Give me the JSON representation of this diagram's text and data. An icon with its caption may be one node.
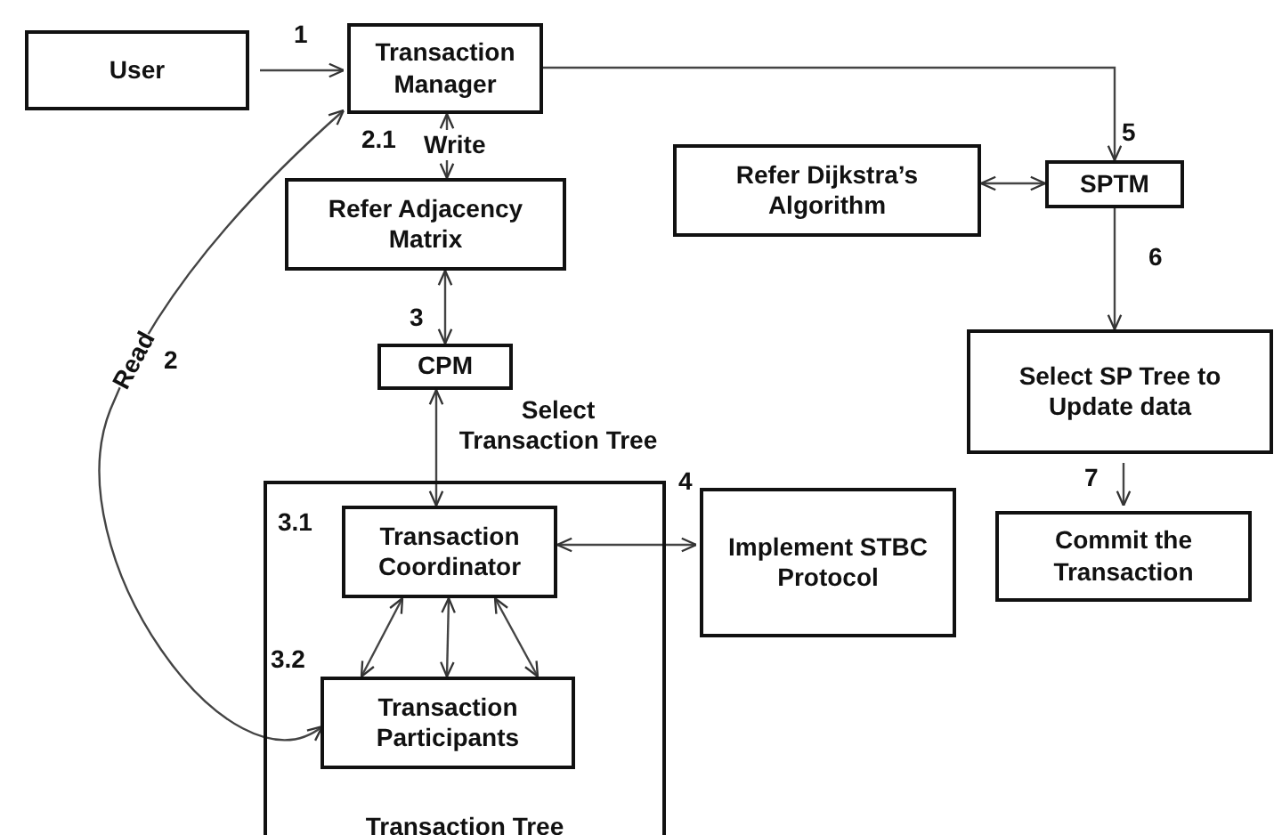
{
  "diagram": {
    "nodes": [
      {
        "text": [
          "User"
        ]
      },
      {
        "text": [
          "Transaction Manager"
        ]
      },
      {
        "text": [
          "Refer Adjacency Matrix"
        ]
      },
      {
        "text": [
          "CPM"
        ]
      },
      {
        "text": [
          "Transaction Tree"
        ]
      },
      {
        "text": [
          "Transaction Coordinator"
        ],
        "in": 4
      },
      {
        "text": [
          "Transaction Participants"
        ],
        "in": 4
      },
      {
        "text": [
          "Implement STBC Protocol"
        ]
      },
      {
        "text": [
          "Refer Dijkstra’s Algorithm"
        ]
      },
      {
        "text": [
          "SPTM"
        ]
      },
      {
        "text": [
          "Select SP Tree to Update data"
        ]
      },
      {
        "text": [
          "Commit the Transaction"
        ]
      }
    ],
    "edges": [
      {
        "from": 0,
        "to": 1,
        "arrow": "to",
        "label": "1"
      },
      {
        "from": 1,
        "to": 2,
        "arrow": "both",
        "label": "2.1"
      },
      {
        "from": 2,
        "to": 3,
        "arrow": "both",
        "label": "3"
      },
      {
        "from": 3,
        "to": 5,
        "arrow": "both",
        "label": "Select Transaction Tree"
      },
      {
        "from": 5,
        "to": 7,
        "arrow": "both",
        "label": "4"
      },
      {
        "from": 5,
        "to": 6,
        "arrow": "both"
      },
      {
        "from": 5,
        "to": 6,
        "arrow": "both"
      },
      {
        "from": 5,
        "to": 6,
        "arrow": "both"
      },
      {
        "from": 6,
        "to": 1,
        "arrow": "both",
        "label": "2"
      },
      {
        "from": 1,
        "to": 9,
        "arrow": "to",
        "label": "5"
      },
      {
        "from": 8,
        "to": 9,
        "arrow": "both"
      },
      {
        "from": 9,
        "to": 10,
        "arrow": "to",
        "label": "6"
      },
      {
        "from": 10,
        "to": 11,
        "arrow": "to",
        "label": "7"
      }
    ],
    "labels": [
      "Write",
      "Read",
      "3.1",
      "3.2"
    ]
  }
}
